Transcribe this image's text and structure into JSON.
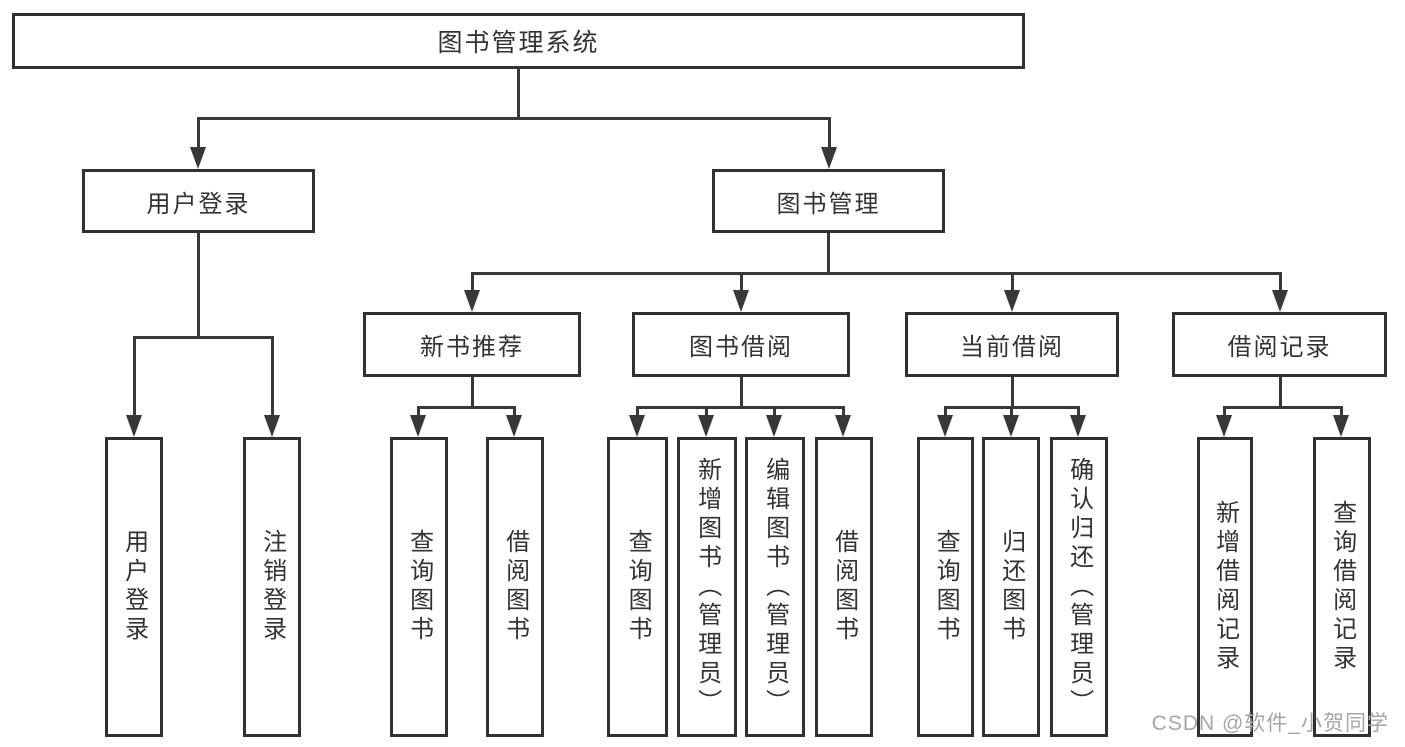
{
  "diagram": {
    "root": "图书管理系统",
    "branches": [
      {
        "label": "用户登录",
        "children": [
          "用户登录",
          "注销登录"
        ]
      },
      {
        "label": "图书管理",
        "sections": [
          {
            "label": "新书推荐",
            "children": [
              "查询图书",
              "借阅图书"
            ]
          },
          {
            "label": "图书借阅",
            "children": [
              "查询图书",
              "新增图书（管理员）",
              "编辑图书（管理员）",
              "借阅图书"
            ]
          },
          {
            "label": "当前借阅",
            "children": [
              "查询图书",
              "归还图书",
              "确认归还（管理员）"
            ]
          },
          {
            "label": "借阅记录",
            "children": [
              "新增借阅记录",
              "查询借阅记录"
            ]
          }
        ]
      }
    ]
  },
  "watermark": "CSDN @软件_小贺同学",
  "colors": {
    "line": "#383838",
    "border": "#313131",
    "text": "#333333",
    "watermark": "#a6a6a6",
    "background": "#ffffff"
  }
}
